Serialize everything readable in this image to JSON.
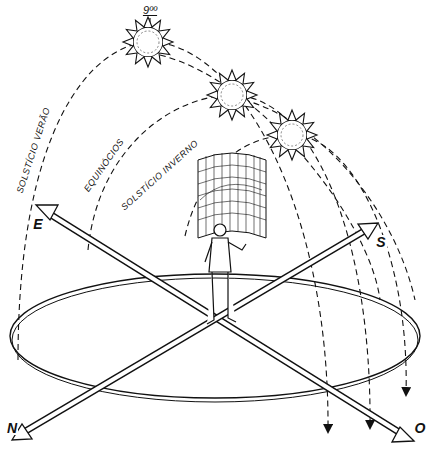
{
  "diagram": {
    "labels": [
      "9ºº",
      "SOLSTÍCIO VERÃO",
      "EQUINÓCIOS",
      "SOLSTÍCIO INVERNO",
      "E",
      "S",
      "N",
      "O"
    ]
  }
}
